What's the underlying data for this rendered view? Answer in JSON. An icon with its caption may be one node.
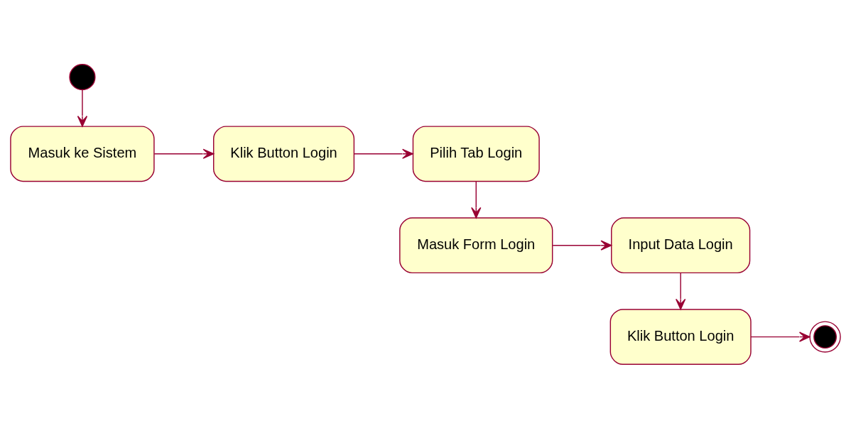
{
  "diagram": {
    "nodes": [
      {
        "text": [],
        "shape": "circle"
      },
      {
        "text": [
          "Masuk ke Sistem"
        ]
      },
      {
        "text": [
          "Klik Button Login"
        ]
      },
      {
        "text": [
          "Pilih Tab Login"
        ]
      },
      {
        "text": [
          "Masuk Form Login"
        ]
      },
      {
        "text": [
          "Input Data Login"
        ]
      },
      {
        "text": [
          "Klik Button Login"
        ]
      },
      {
        "text": [],
        "shape": "bullseye"
      }
    ],
    "edges": [
      {
        "from": 0,
        "to": 1,
        "arrow": "to"
      },
      {
        "from": 1,
        "to": 2,
        "arrow": "to"
      },
      {
        "from": 2,
        "to": 3,
        "arrow": "to"
      },
      {
        "from": 3,
        "to": 4,
        "arrow": "to"
      },
      {
        "from": 4,
        "to": 5,
        "arrow": "to"
      },
      {
        "from": 5,
        "to": 6,
        "arrow": "to"
      },
      {
        "from": 6,
        "to": 7,
        "arrow": "to"
      }
    ]
  }
}
